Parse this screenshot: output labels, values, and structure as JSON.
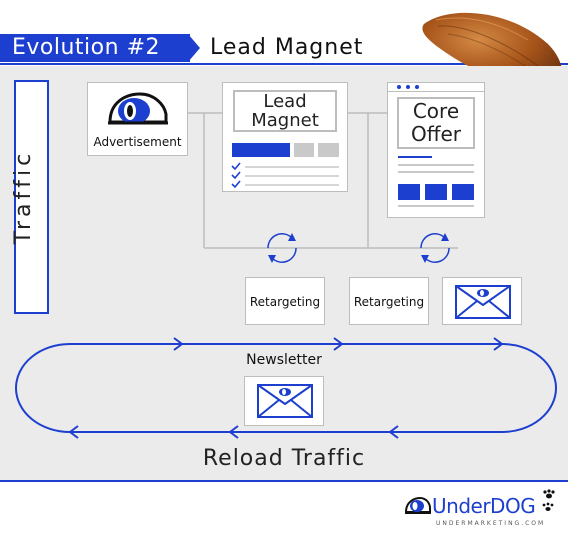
{
  "header": {
    "title": "Evolution #2",
    "subtitle": "Lead Magnet"
  },
  "sidebar": {
    "traffic": "Traffic"
  },
  "nodes": {
    "advertisement": "Advertisement",
    "lead_magnet": "Lead\nMagnet",
    "core_offer": "Core\nOffer",
    "retargeting_1": "Retargeting",
    "retargeting_2": "Retargeting",
    "newsletter": "Newsletter"
  },
  "footer": {
    "reload": "Reload Traffic"
  },
  "brand": {
    "name_part1": "Under",
    "name_part2": "DOG",
    "url": "UNDERMARKETING.COM"
  },
  "colors": {
    "accent": "#1d3fcf",
    "panel": "#ebebeb",
    "border": "#bdbdbd",
    "almond": "#b5651d"
  },
  "icons": [
    "eye-logo-icon",
    "check-icon",
    "cycle-arrows-icon",
    "envelope-icon",
    "paw-icon",
    "almond-image"
  ]
}
